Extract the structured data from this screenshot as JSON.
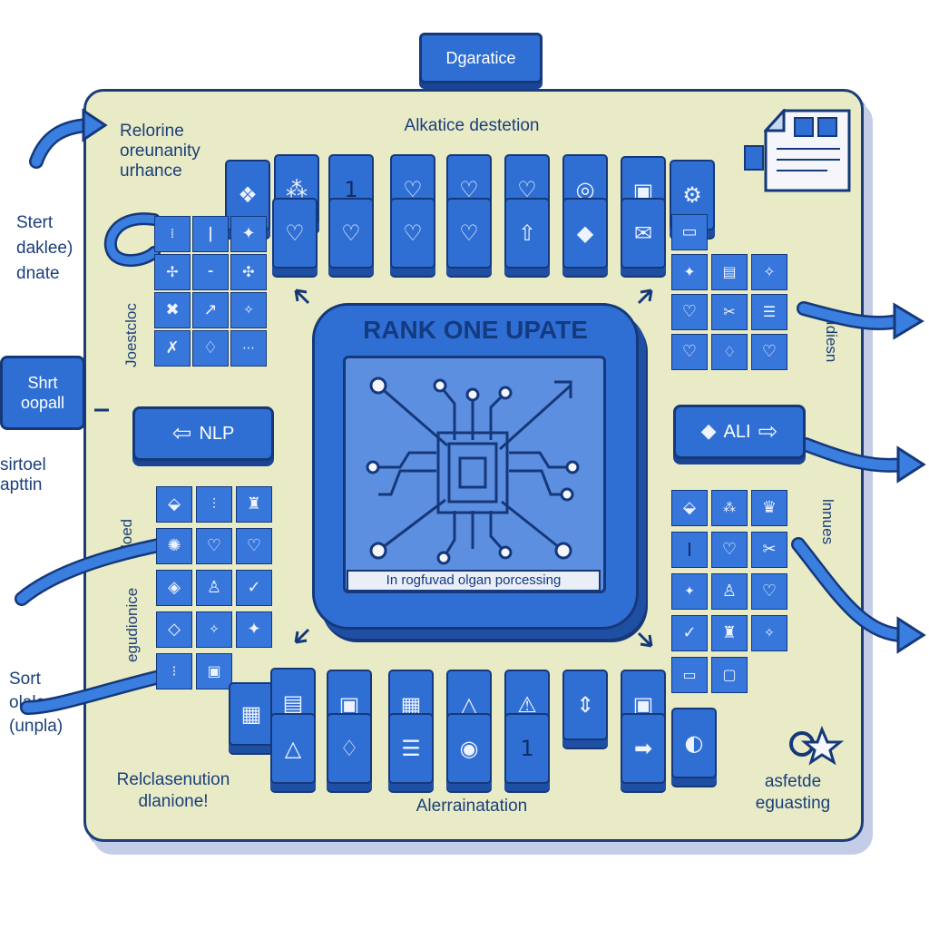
{
  "header_tab": "Dgaratice",
  "board_title": "Alkatice destetion",
  "center": {
    "title": "RANK ONE UPATE",
    "caption": "In rogfuvad olgan porcessing"
  },
  "side_tab": "Shrt oopall",
  "nav_left": "NLP",
  "nav_right": "ALI",
  "labels": {
    "top_left": "Relorine\noreunanity\nurhance",
    "left_upper": "Stert\ndaklee)\ndnate",
    "left_middle": "sirtoel\napttin",
    "left_lower": "Sort\nolalces\n(unpla)",
    "bottom_left": "Relclasenution\ndlanione!",
    "bottom_center": "Alerrainatation",
    "bottom_right": "asfetde\neguasting",
    "vert_left_top": "Joestcloc",
    "vert_left_mid": "loed",
    "vert_left_low": "egudionice",
    "vert_right_top": "Idiesn",
    "vert_right_low": "lnnues"
  },
  "icons": {
    "top_row": [
      "diamond-icon",
      "heart-icon",
      "number-one-icon",
      "heart-icon",
      "heart-icon",
      "heart-icon",
      "target-icon",
      "frame-icon",
      "gear-icon"
    ],
    "bottom_row": [
      "sign-icon",
      "frame-icon",
      "grid-icon",
      "triangle-icon",
      "triangle-icon",
      "double-arrow-icon",
      "frame-icon",
      "circle-icon"
    ]
  },
  "colors": {
    "board": "#e8ebc6",
    "tile": "#2f6fd3",
    "outline": "#15387a",
    "arrow": "#3a7ee0"
  }
}
